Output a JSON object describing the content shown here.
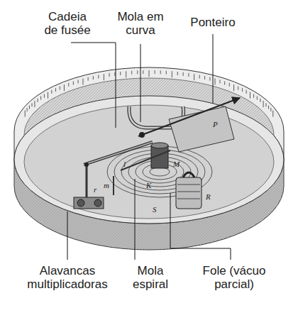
{
  "diagram": {
    "labels": [
      "Cadeia de fusée",
      "Mola em curva",
      "Ponteiro",
      "Alavancas multiplicadoras",
      "Mola espiral",
      "Fole (vácuo parcial)",
      "P",
      "K",
      "M",
      "R",
      "S",
      "m",
      "l",
      "r"
    ]
  }
}
